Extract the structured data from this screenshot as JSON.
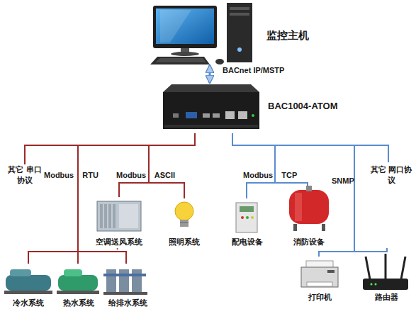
{
  "diagram": {
    "nodes": [
      {
        "text": [
          "监控主机"
        ]
      },
      {
        "text": [
          "BAC1004-ATOM"
        ]
      },
      {
        "text": [
          "空调送风系统"
        ]
      },
      {
        "text": [
          "照明系统"
        ]
      },
      {
        "text": [
          "配电设备"
        ]
      },
      {
        "text": [
          "消防设备"
        ]
      },
      {
        "text": [
          "冷水系统"
        ]
      },
      {
        "text": [
          "热水系统"
        ]
      },
      {
        "text": [
          "给排水系统"
        ]
      },
      {
        "text": [
          "打印机"
        ]
      },
      {
        "text": [
          "路由器"
        ]
      }
    ],
    "edges": [
      {
        "from": 0,
        "to": 1,
        "label": "BACnet IP/MSTP",
        "arrow": "both"
      },
      {
        "from": 1,
        "to": 2,
        "arrow": "none"
      },
      {
        "from": 1,
        "to": 3,
        "arrow": "none"
      },
      {
        "from": 1,
        "to": 4,
        "arrow": "none"
      },
      {
        "from": 1,
        "to": 5,
        "arrow": "none"
      },
      {
        "from": 1,
        "to": 6,
        "arrow": "none"
      },
      {
        "from": 1,
        "to": 7,
        "arrow": "none"
      },
      {
        "from": 1,
        "to": 8,
        "arrow": "none"
      },
      {
        "from": 1,
        "to": 9,
        "arrow": "none"
      },
      {
        "from": 1,
        "to": 10,
        "arrow": "none"
      }
    ],
    "labels": [
      "其它 串口协议",
      "Modbus RTU",
      "Modbus ASCII",
      "Modbus TCP",
      "SNMP",
      "其它 网口协议",
      "."
    ]
  }
}
